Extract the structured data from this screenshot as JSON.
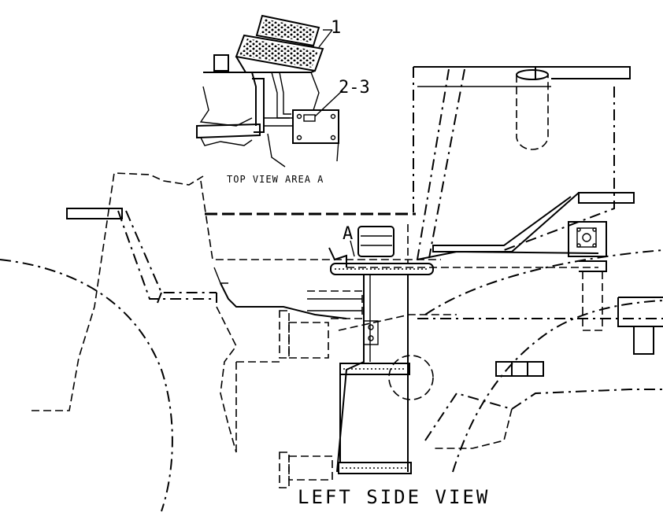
{
  "labels": {
    "part_1": "1",
    "part_2_3": "2-3",
    "view_a_marker": "A",
    "top_view_caption": "TOP VIEW AREA A",
    "side_view_caption": "LEFT SIDE VIEW"
  }
}
